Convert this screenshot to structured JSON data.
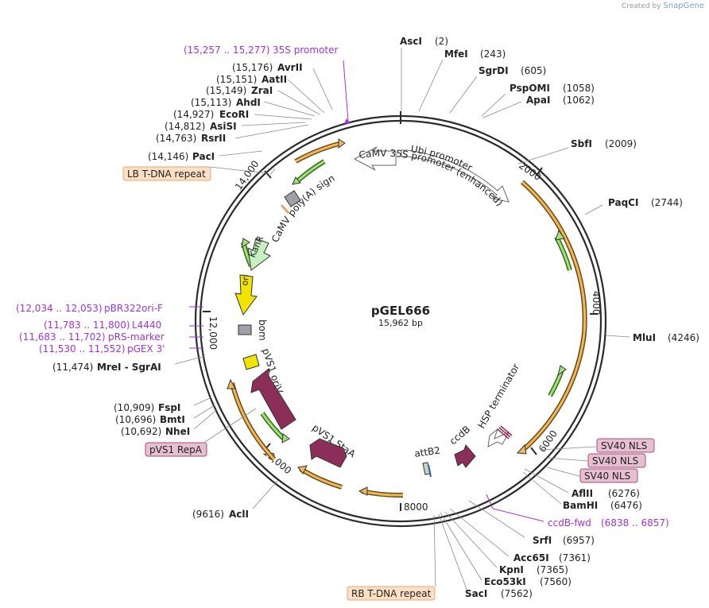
{
  "watermark": {
    "prefix": "Created by",
    "brand": "SnapGene"
  },
  "plasmid": {
    "name": "pGEL666",
    "size": "15,962 bp"
  },
  "ticks": [
    "2000",
    "4000",
    "6000",
    "8000",
    "10,000",
    "12,000",
    "14,000"
  ],
  "sites": [
    {
      "name": "AscI",
      "pos": "(2)"
    },
    {
      "name": "MfeI",
      "pos": "(243)"
    },
    {
      "name": "SgrDI",
      "pos": "(605)"
    },
    {
      "name": "PspOMI",
      "pos": "(1058)"
    },
    {
      "name": "ApaI",
      "pos": "(1062)"
    },
    {
      "name": "SbfI",
      "pos": "(2009)"
    },
    {
      "name": "PaqCI",
      "pos": "(2744)"
    },
    {
      "name": "MluI",
      "pos": "(4246)"
    },
    {
      "name": "AflII",
      "pos": "(6276)"
    },
    {
      "name": "BamHI",
      "pos": "(6476)"
    },
    {
      "name": "SrfI",
      "pos": "(6957)"
    },
    {
      "name": "Acc65I",
      "pos": "(7361)"
    },
    {
      "name": "KpnI",
      "pos": "(7365)"
    },
    {
      "name": "Eco53kI",
      "pos": "(7560)"
    },
    {
      "name": "SacI",
      "pos": "(7562)"
    },
    {
      "name": "AclI",
      "pos": "(9616)"
    },
    {
      "name": "NheI",
      "pos": "(10,692)"
    },
    {
      "name": "BmtI",
      "pos": "(10,696)"
    },
    {
      "name": "FspI",
      "pos": "(10,909)"
    },
    {
      "name": "MreI - SgrAI",
      "pos": "(11,474)"
    },
    {
      "name": "PacI",
      "pos": "(14,146)"
    },
    {
      "name": "RsrII",
      "pos": "(14,763)"
    },
    {
      "name": "AsiSI",
      "pos": "(14,812)"
    },
    {
      "name": "EcoRI",
      "pos": "(14,927)"
    },
    {
      "name": "AhdI",
      "pos": "(15,113)"
    },
    {
      "name": "ZraI",
      "pos": "(15,149)"
    },
    {
      "name": "AatII",
      "pos": "(15,151)"
    },
    {
      "name": "AvrII",
      "pos": "(15,176)"
    }
  ],
  "primers": [
    {
      "name": "35S promoter",
      "pos": "(15,257 .. 15,277)"
    },
    {
      "name": "pBR322ori-F",
      "pos": "(12,034 .. 12,053)"
    },
    {
      "name": "L4440",
      "pos": "(11,783 .. 11,800)"
    },
    {
      "name": "pRS-marker",
      "pos": "(11,683 .. 11,702)"
    },
    {
      "name": "pGEX 3'",
      "pos": "(11,530 .. 11,552)"
    },
    {
      "name": "ccdB-fwd",
      "pos": "(6838 .. 6857)"
    }
  ],
  "boxed": [
    {
      "label": "LB T-DNA repeat",
      "kind": "repeat"
    },
    {
      "label": "RB T-DNA repeat",
      "kind": "repeat"
    },
    {
      "label": "pVS1 RepA",
      "kind": "protein"
    },
    {
      "label": "SV40 NLS",
      "kind": "protein"
    },
    {
      "label": "SV40 NLS",
      "kind": "protein"
    },
    {
      "label": "SV40 NLS",
      "kind": "protein"
    }
  ],
  "features": {
    "ubi": "Ubi promoter",
    "camv": "CaMV 35S promoter (enhanced)",
    "polya": "CaMV poly(A) signal",
    "kanr": "KanR",
    "ori": "ori",
    "bom": "bom",
    "pvs1ori": "pVS1 oriV",
    "stA": "pVS1 StaA",
    "attb2": "attB2",
    "ccdb": "ccdB",
    "hsp": "HSP terminator"
  },
  "colors": {
    "backbone": "#2b2b2b",
    "orf_orange": "#f0b85a",
    "orf_green": "#a6e07a",
    "orf_dark": "#6b4a12",
    "green_dark": "#2f6e16",
    "maroon": "#8c2e5a",
    "ori_yellow": "#f2e300",
    "kanr_green": "#c6f0c0",
    "primer_purple": "#a033e0",
    "repeat_fill": "#fde0c4",
    "repeat_stroke": "#e0a878",
    "protein_fill": "#e6bfd0",
    "protein_stroke": "#a05078",
    "gray": "#a0a0a8"
  }
}
